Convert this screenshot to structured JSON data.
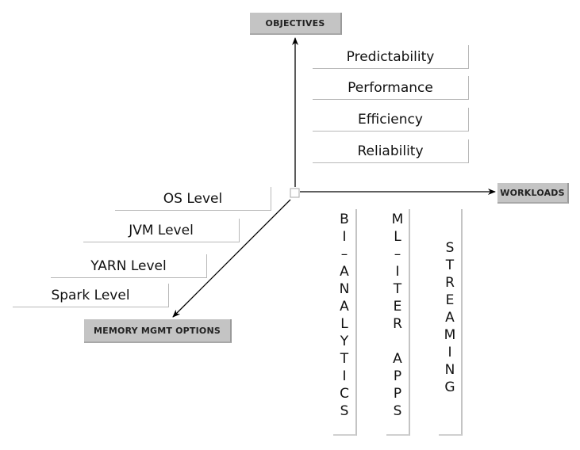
{
  "axes": {
    "objectives": "OBJECTIVES",
    "workloads": "WORKLOADS",
    "memory": "MEMORY MGMT OPTIONS"
  },
  "objectives": [
    "Predictability",
    "Performance",
    "Efficiency",
    "Reliability"
  ],
  "memory_levels": [
    "OS Level",
    "JVM Level",
    "YARN Level",
    "Spark Level"
  ],
  "workloads": [
    {
      "name": "BI-ANALYTICS",
      "letters": [
        "B",
        "I",
        "–",
        "A",
        "N",
        "A",
        "L",
        "Y",
        "T",
        "I",
        "C",
        "S"
      ]
    },
    {
      "name": "ML-ITER APPS",
      "letters": [
        "M",
        "L",
        "–",
        "I",
        "T",
        "E",
        "R",
        "",
        "A",
        "P",
        "P",
        "S"
      ]
    },
    {
      "name": "STREAMING",
      "letters": [
        "S",
        "T",
        "R",
        "E",
        "A",
        "M",
        "I",
        "N",
        "G"
      ]
    }
  ]
}
